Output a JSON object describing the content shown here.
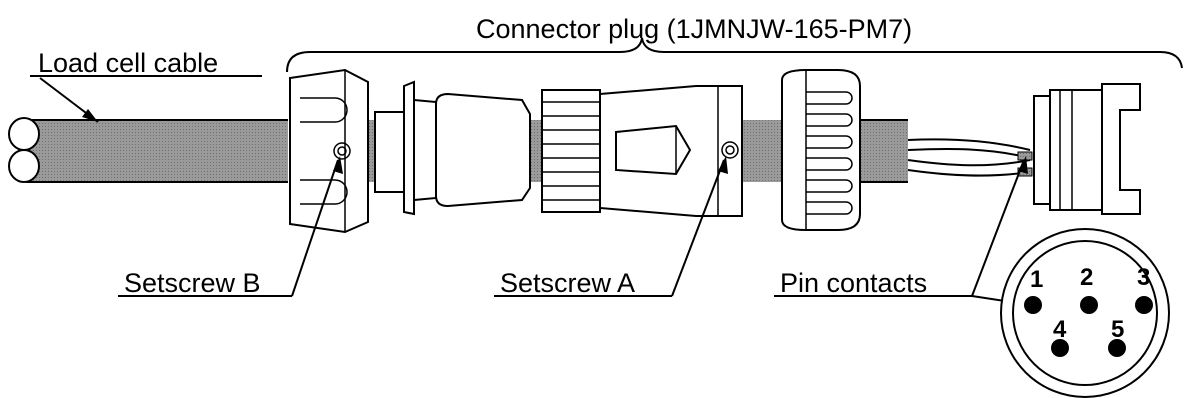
{
  "colors": {
    "cable": "#8c8c8c",
    "line": "#000000",
    "background": "#ffffff"
  },
  "labels": {
    "title": "Connector plug (1JMNJW-165-PM7)",
    "cable": "Load cell cable",
    "setscrew_b": "Setscrew B",
    "setscrew_a": "Setscrew A",
    "pins": "Pin contacts"
  },
  "pins": [
    {
      "label": "1"
    },
    {
      "label": "2"
    },
    {
      "label": "3"
    },
    {
      "label": "4"
    },
    {
      "label": "5"
    }
  ]
}
